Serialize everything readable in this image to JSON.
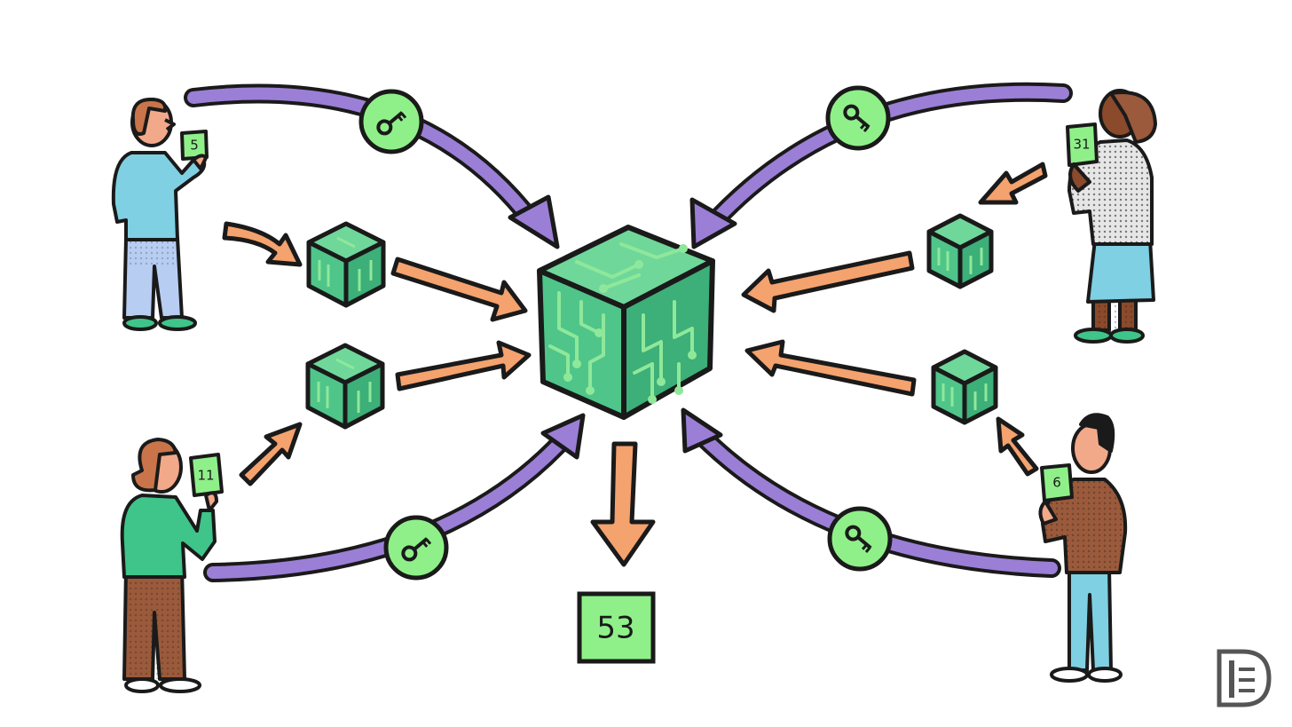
{
  "colors": {
    "background": "#ffffff",
    "outline": "#1a1a1a",
    "purple_arrow": "#9b7fd6",
    "orange_arrow": "#f4a26e",
    "cube_face": "#4fc58a",
    "cube_circuit": "#8fe89a",
    "key_badge": "#8ff08a",
    "card": "#8ff08a"
  },
  "people": [
    {
      "id": "person-top-left",
      "card": "5",
      "shirt": "#7fd0e3",
      "pants": "#b7cdf2",
      "hair": "#c9744a",
      "skin": "#f2a98a"
    },
    {
      "id": "person-bottom-left",
      "card": "11",
      "shirt": "#3fc48a",
      "pants": "#9a5a3b",
      "hair": "#c9744a",
      "skin": "#f2a98a"
    },
    {
      "id": "person-top-right",
      "card": "31",
      "shirt": "#e6e6e6",
      "pants": "#7fd0e3",
      "hair": "#9a5a3b",
      "skin": "#8a4a2b"
    },
    {
      "id": "person-bottom-right",
      "card": "6",
      "shirt": "#9a5a3b",
      "pants": "#7fd0e3",
      "hair": "#1a1a1a",
      "skin": "#f2a98a"
    }
  ],
  "icons": {
    "key": "key-icon",
    "logo": "publisher-monogram-logo"
  },
  "result": {
    "value": "53"
  }
}
